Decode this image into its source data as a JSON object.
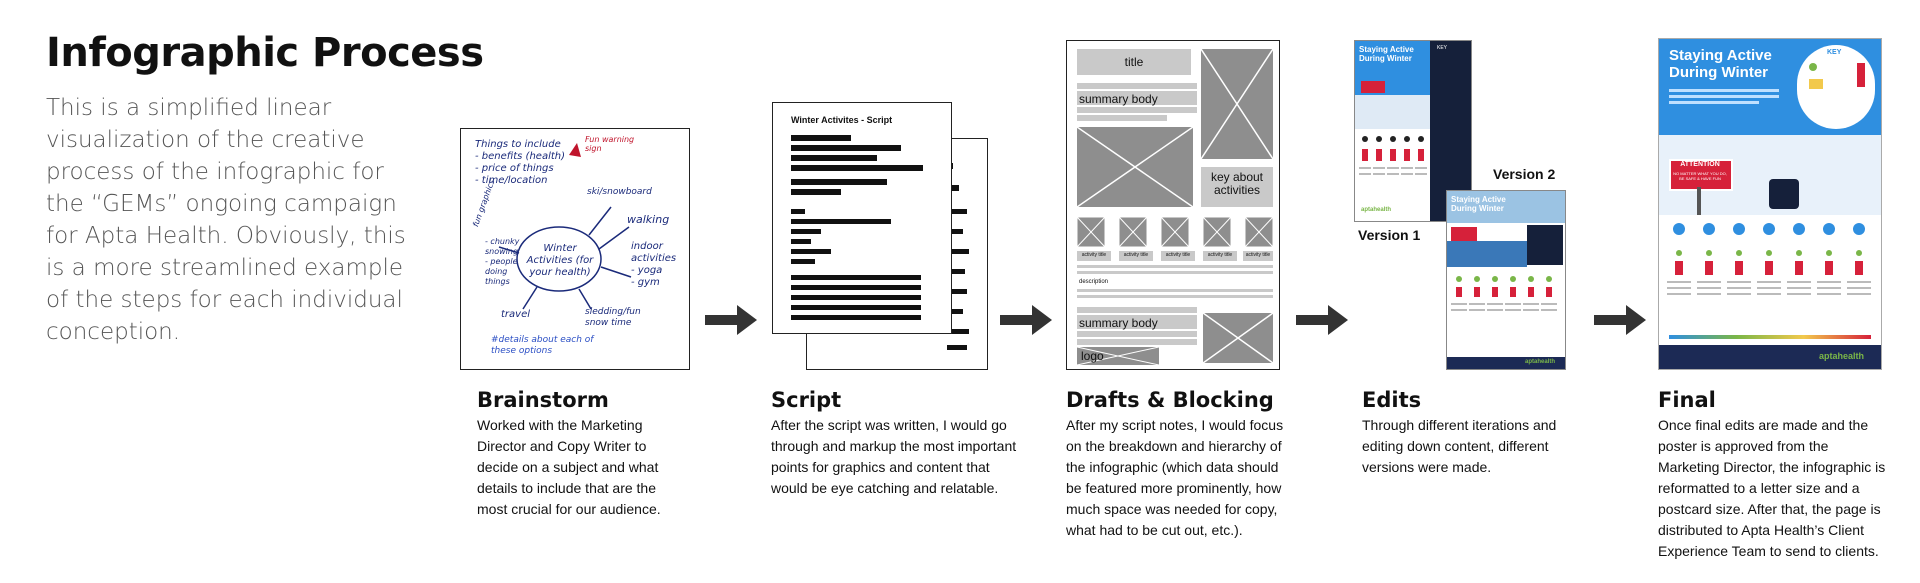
{
  "header": {
    "title": "Infographic Process",
    "intro": "This is a simplified linear visualization of the creative process of the infographic for the “GEMs” ongoing campaign for Apta Health. Obviously, this is a more streamlined example of the steps for each individual conception."
  },
  "stages": [
    {
      "title": "Brainstorm",
      "description": "Worked with the Marketing Director and Copy Writer to decide on a subject and what details to include that are the most crucial for our audience."
    },
    {
      "title": "Script",
      "description": "After the script was written,  I would go through and markup the most important points for graphics and content that would be eye catching and relatable."
    },
    {
      "title": "Drafts & Blocking",
      "description": "After my script notes, I would focus on the breakdown and hierarchy of the infographic (which data should be featured more prominently, how much space was needed for copy, what had to be cut out, etc.)."
    },
    {
      "title": "Edits",
      "description": "Through different iterations and editing down content, different versions were made."
    },
    {
      "title": "Final",
      "description": "Once final edits are made and the poster is approved from the Marketing Director, the infographic is reformatted to a letter size and a postcard size. After that, the page is distributed to Apta Health’s Client Experience Team to send to clients."
    }
  ],
  "brainstorm_sketch": {
    "center": "Winter Activities (for your health)",
    "notes": [
      "Things to include",
      "- benefits (health)",
      "- price of things",
      "- time/location",
      "Fun warning sign",
      "ski/snowboard",
      "walking",
      "indoor activities",
      "- yoga",
      "- gym",
      "sledding/fun snow time",
      "travel",
      "fun graphics",
      "- chunky snowing",
      "- people doing things",
      "#details about each of these options"
    ]
  },
  "script_doc": {
    "heading": "Winter Activites - Script"
  },
  "blocking": {
    "title": "title",
    "summary": "summary body",
    "key": "key about activities",
    "activity_title": "activity title",
    "description": "description",
    "summary2": "summary body",
    "logo": "logo"
  },
  "edits": {
    "version1": "Version 1",
    "version2": "Version 2"
  },
  "posters": {
    "headline": "Staying Active During Winter",
    "attention": "ATTENTION",
    "attention_sub": "NO MATTER WHAT YOU DO, BE SAFE & HAVE FUN",
    "brand": "aptahealth",
    "key_label": "KEY"
  },
  "colors": {
    "poster_blue": "#2f8fe0",
    "poster_red": "#d6213a",
    "footer_navy": "#1c2a55",
    "gray_block": "#9a9a9a"
  }
}
